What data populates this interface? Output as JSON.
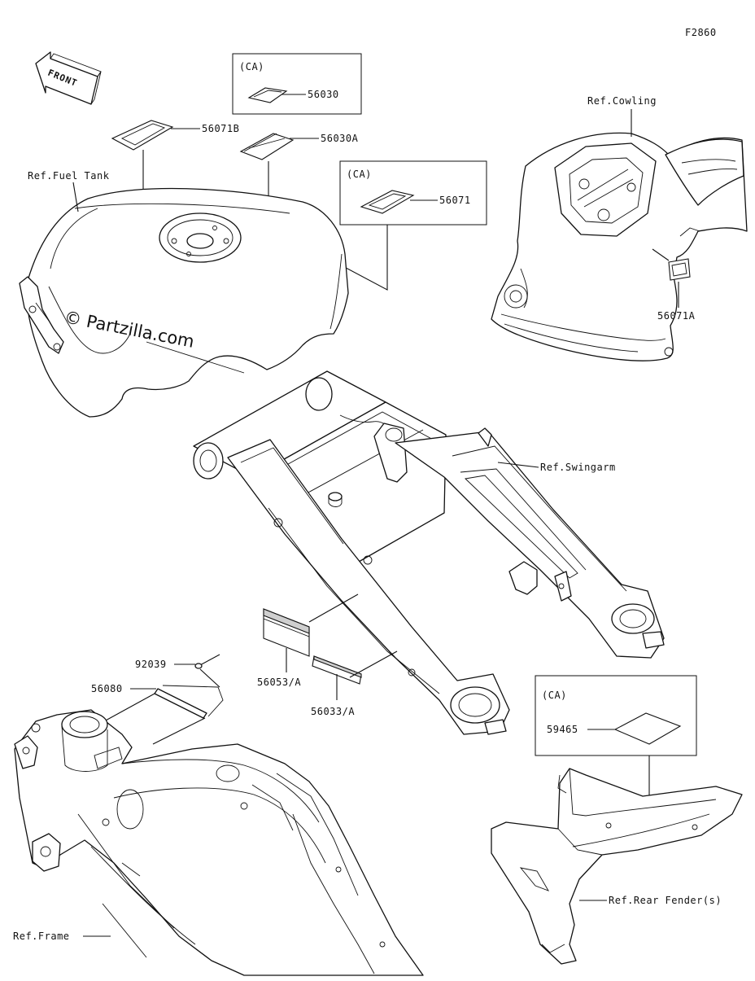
{
  "figure_code": "F2860",
  "front_arrow_label": "FRONT",
  "watermark": "© Partzilla.com",
  "ref_labels": {
    "fuel_tank": "Ref.Fuel Tank",
    "cowling": "Ref.Cowling",
    "swingarm": "Ref.Swingarm",
    "frame": "Ref.Frame",
    "rear_fender": "Ref.Rear Fender(s)"
  },
  "ca_boxes": {
    "top": "(CA)",
    "middle": "(CA)",
    "rear": "(CA)"
  },
  "parts": {
    "p56030": "56030",
    "p56071B": "56071B",
    "p56030A": "56030A",
    "p56071": "56071",
    "p56071A": "56071A",
    "p92039": "92039",
    "p56080": "56080",
    "p56053A": "56053/A",
    "p56033A": "56033/A",
    "p59465": "59465"
  }
}
